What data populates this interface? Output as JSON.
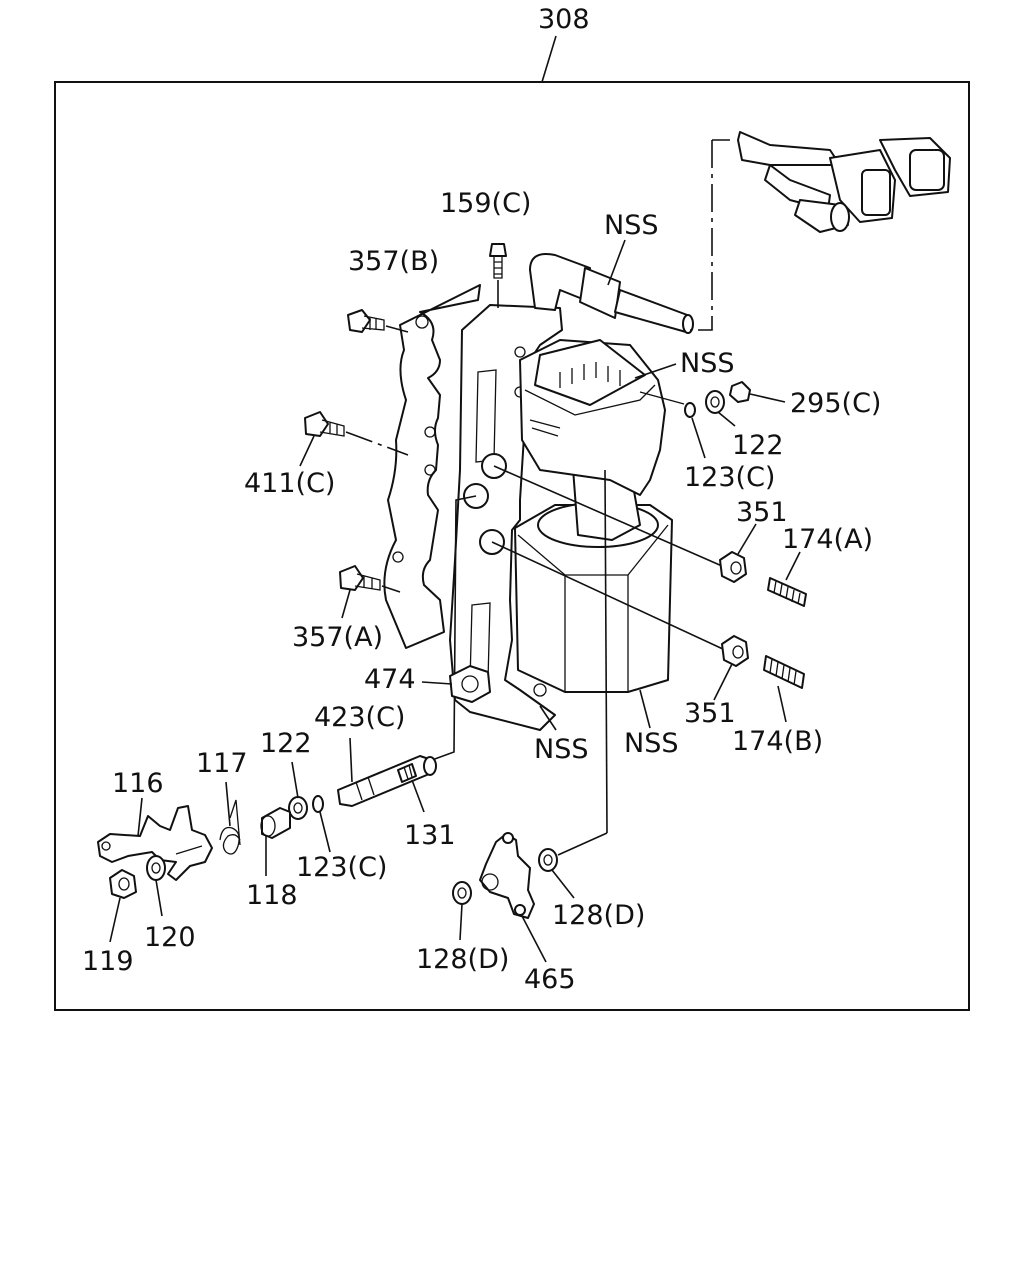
{
  "diagram": {
    "assembly_number": "308",
    "labels": {
      "l_159C": "159(C)",
      "l_357B": "357(B)",
      "l_nss_top": "NSS",
      "l_nss_mid": "NSS",
      "l_295C": "295(C)",
      "l_122_right": "122",
      "l_123C_right": "123(C)",
      "l_411C": "411(C)",
      "l_351_top": "351",
      "l_174A": "174(A)",
      "l_357A": "357(A)",
      "l_474": "474",
      "l_351_bottom": "351",
      "l_174B": "174(B)",
      "l_nss_bl": "NSS",
      "l_nss_br": "NSS",
      "l_423C": "423(C)",
      "l_122_left": "122",
      "l_117": "117",
      "l_116": "116",
      "l_131": "131",
      "l_123C_left": "123(C)",
      "l_118": "118",
      "l_120": "120",
      "l_119": "119",
      "l_128D_right": "128(D)",
      "l_128D_left": "128(D)",
      "l_465": "465"
    }
  }
}
